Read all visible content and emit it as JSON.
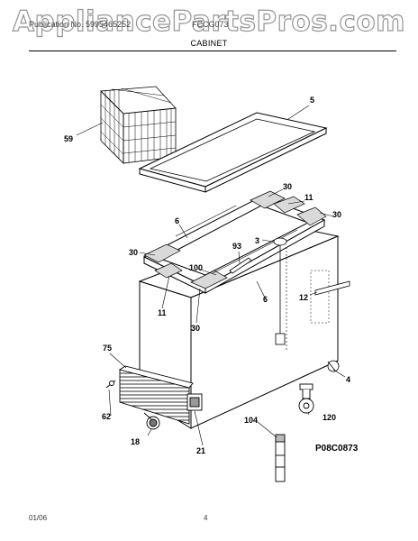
{
  "watermark": "AppliancePartsPros.com",
  "header": {
    "left_text": "Publication No. 5995465252",
    "right_text": "FCCG073",
    "section": "CABINET"
  },
  "callouts": {
    "c59": "59",
    "c5": "5",
    "c30a": "30",
    "c11a": "11",
    "c30b": "30",
    "c6a": "6",
    "c3": "3",
    "c93": "93",
    "c30c": "30",
    "c100": "100",
    "c6b": "6",
    "c12": "12",
    "c11b": "11",
    "c30d": "30",
    "c75": "75",
    "c4": "4",
    "c62": "62",
    "c120": "120",
    "c18": "18",
    "c104": "104",
    "c21": "21"
  },
  "diagram_code": "P08C0873",
  "footer": {
    "date": "01/06",
    "page": "4"
  }
}
